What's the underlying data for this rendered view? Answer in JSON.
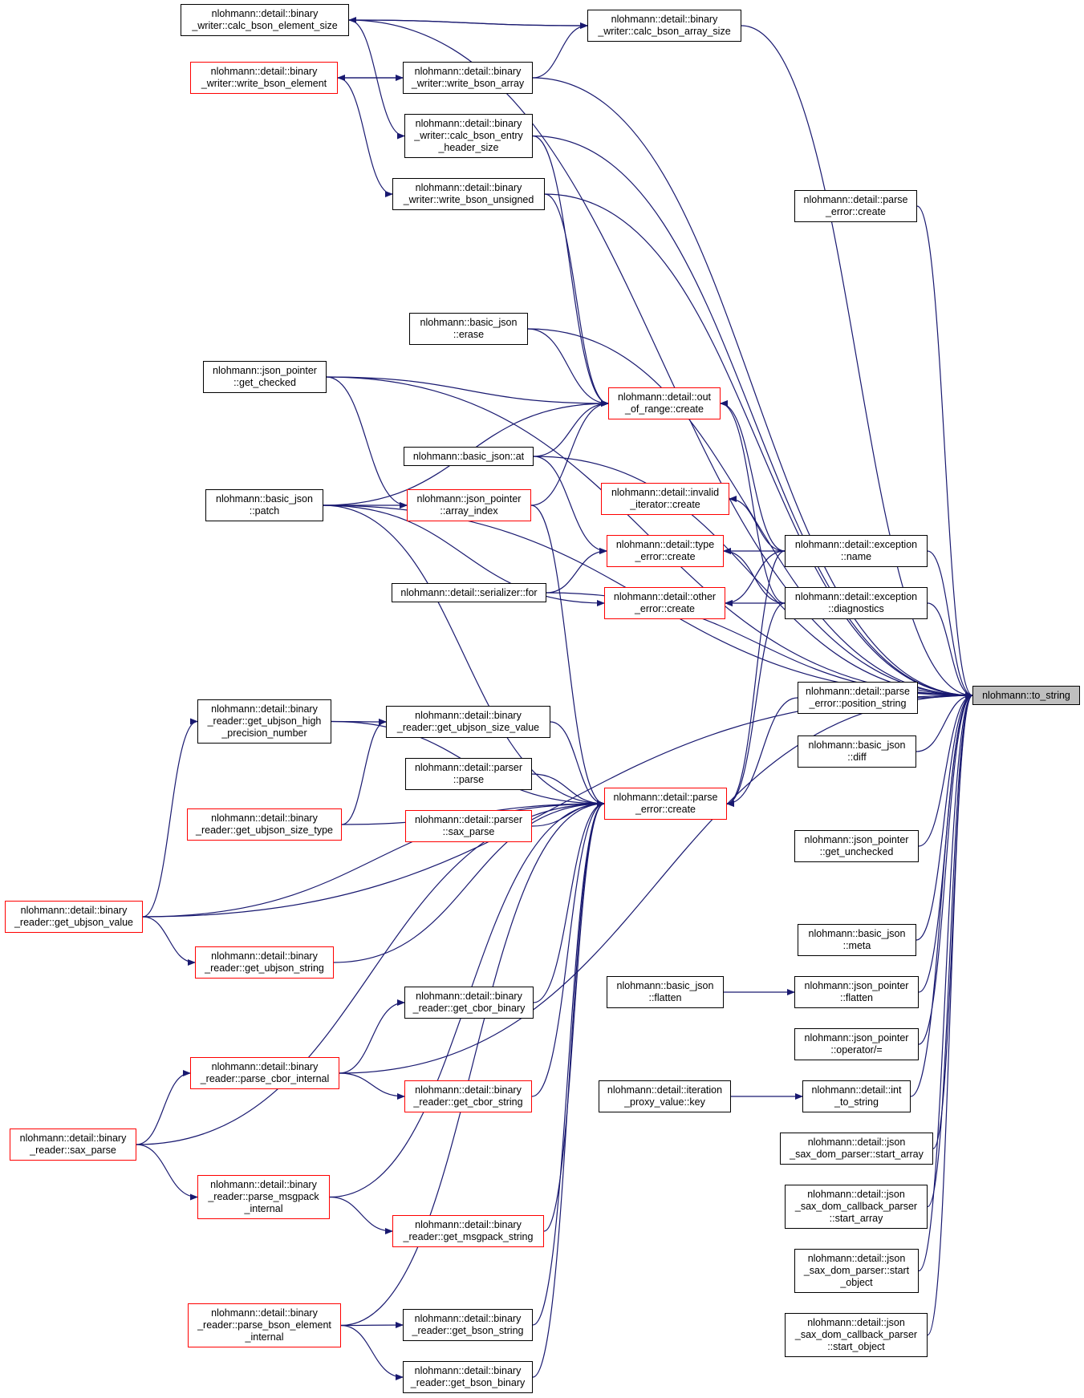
{
  "colors": {
    "edge": "#191970",
    "box_border": "#000000",
    "box_border_incomplete": "#ff0000",
    "focus_fill": "#bfbfbf",
    "background": "#ffffff"
  },
  "nodes": [
    {
      "id": "to_string",
      "label": "nlohmann::to_string",
      "kind": "focus"
    },
    {
      "id": "calc_bson_element_size",
      "label": "nlohmann::detail::binary\n_writer::calc_bson_element_size",
      "kind": "normal"
    },
    {
      "id": "calc_bson_array_size",
      "label": "nlohmann::detail::binary\n_writer::calc_bson_array_size",
      "kind": "normal"
    },
    {
      "id": "write_bson_element",
      "label": "nlohmann::detail::binary\n_writer::write_bson_element",
      "kind": "red"
    },
    {
      "id": "write_bson_array",
      "label": "nlohmann::detail::binary\n_writer::write_bson_array",
      "kind": "normal"
    },
    {
      "id": "calc_bson_entry_header_size",
      "label": "nlohmann::detail::binary\n_writer::calc_bson_entry\n_header_size",
      "kind": "normal"
    },
    {
      "id": "write_bson_unsigned",
      "label": "nlohmann::detail::binary\n_writer::write_bson_unsigned",
      "kind": "normal"
    },
    {
      "id": "parse_error_create_top",
      "label": "nlohmann::detail::parse\n_error::create",
      "kind": "normal"
    },
    {
      "id": "basic_json_erase",
      "label": "nlohmann::basic_json\n::erase",
      "kind": "normal"
    },
    {
      "id": "json_pointer_get_checked",
      "label": "nlohmann::json_pointer\n::get_checked",
      "kind": "normal"
    },
    {
      "id": "out_of_range_create",
      "label": "nlohmann::detail::out\n_of_range::create",
      "kind": "red"
    },
    {
      "id": "basic_json_at",
      "label": "nlohmann::basic_json::at",
      "kind": "normal"
    },
    {
      "id": "invalid_iterator_create",
      "label": "nlohmann::detail::invalid\n_iterator::create",
      "kind": "red"
    },
    {
      "id": "basic_json_patch",
      "label": "nlohmann::basic_json\n::patch",
      "kind": "normal"
    },
    {
      "id": "json_pointer_array_index",
      "label": "nlohmann::json_pointer\n::array_index",
      "kind": "red"
    },
    {
      "id": "type_error_create",
      "label": "nlohmann::detail::type\n_error::create",
      "kind": "red"
    },
    {
      "id": "exception_name",
      "label": "nlohmann::detail::exception\n::name",
      "kind": "normal"
    },
    {
      "id": "serializer_for",
      "label": "nlohmann::detail::serializer::for",
      "kind": "normal"
    },
    {
      "id": "other_error_create",
      "label": "nlohmann::detail::other\n_error::create",
      "kind": "red"
    },
    {
      "id": "exception_diagnostics",
      "label": "nlohmann::detail::exception\n::diagnostics",
      "kind": "normal"
    },
    {
      "id": "get_ubjson_high_precision_number",
      "label": "nlohmann::detail::binary\n_reader::get_ubjson_high\n_precision_number",
      "kind": "normal"
    },
    {
      "id": "get_ubjson_size_value",
      "label": "nlohmann::detail::binary\n_reader::get_ubjson_size_value",
      "kind": "normal"
    },
    {
      "id": "parse_error_position_string",
      "label": "nlohmann::detail::parse\n_error::position_string",
      "kind": "normal"
    },
    {
      "id": "basic_json_diff",
      "label": "nlohmann::basic_json\n::diff",
      "kind": "normal"
    },
    {
      "id": "parser_parse",
      "label": "nlohmann::detail::parser\n::parse",
      "kind": "normal"
    },
    {
      "id": "parse_error_create",
      "label": "nlohmann::detail::parse\n_error::create",
      "kind": "red"
    },
    {
      "id": "get_ubjson_size_type",
      "label": "nlohmann::detail::binary\n_reader::get_ubjson_size_type",
      "kind": "red"
    },
    {
      "id": "parser_sax_parse",
      "label": "nlohmann::detail::parser\n::sax_parse",
      "kind": "red"
    },
    {
      "id": "json_pointer_get_unchecked",
      "label": "nlohmann::json_pointer\n::get_unchecked",
      "kind": "normal"
    },
    {
      "id": "get_ubjson_value",
      "label": "nlohmann::detail::binary\n_reader::get_ubjson_value",
      "kind": "red"
    },
    {
      "id": "basic_json_meta",
      "label": "nlohmann::basic_json\n::meta",
      "kind": "normal"
    },
    {
      "id": "get_ubjson_string",
      "label": "nlohmann::detail::binary\n_reader::get_ubjson_string",
      "kind": "red"
    },
    {
      "id": "basic_json_flatten",
      "label": "nlohmann::basic_json\n::flatten",
      "kind": "normal"
    },
    {
      "id": "json_pointer_flatten",
      "label": "nlohmann::json_pointer\n::flatten",
      "kind": "normal"
    },
    {
      "id": "get_cbor_binary",
      "label": "nlohmann::detail::binary\n_reader::get_cbor_binary",
      "kind": "normal"
    },
    {
      "id": "json_pointer_operator_div_eq",
      "label": "nlohmann::json_pointer\n::operator/=",
      "kind": "normal"
    },
    {
      "id": "parse_cbor_internal",
      "label": "nlohmann::detail::binary\n_reader::parse_cbor_internal",
      "kind": "red"
    },
    {
      "id": "get_cbor_string",
      "label": "nlohmann::detail::binary\n_reader::get_cbor_string",
      "kind": "red"
    },
    {
      "id": "iteration_proxy_value_key",
      "label": "nlohmann::detail::iteration\n_proxy_value::key",
      "kind": "normal"
    },
    {
      "id": "int_to_string",
      "label": "nlohmann::detail::int\n_to_string",
      "kind": "normal"
    },
    {
      "id": "binary_reader_sax_parse",
      "label": "nlohmann::detail::binary\n_reader::sax_parse",
      "kind": "red"
    },
    {
      "id": "json_sax_dom_parser_start_array",
      "label": "nlohmann::detail::json\n_sax_dom_parser::start_array",
      "kind": "normal"
    },
    {
      "id": "parse_msgpack_internal",
      "label": "nlohmann::detail::binary\n_reader::parse_msgpack\n_internal",
      "kind": "red"
    },
    {
      "id": "json_sax_dom_callback_parser_start_array",
      "label": "nlohmann::detail::json\n_sax_dom_callback_parser\n::start_array",
      "kind": "normal"
    },
    {
      "id": "get_msgpack_string",
      "label": "nlohmann::detail::binary\n_reader::get_msgpack_string",
      "kind": "red"
    },
    {
      "id": "json_sax_dom_parser_start_object",
      "label": "nlohmann::detail::json\n_sax_dom_parser::start\n_object",
      "kind": "normal"
    },
    {
      "id": "parse_bson_element_internal",
      "label": "nlohmann::detail::binary\n_reader::parse_bson_element\n_internal",
      "kind": "red"
    },
    {
      "id": "get_bson_string",
      "label": "nlohmann::detail::binary\n_reader::get_bson_string",
      "kind": "normal"
    },
    {
      "id": "json_sax_dom_callback_parser_start_object",
      "label": "nlohmann::detail::json\n_sax_dom_callback_parser\n::start_object",
      "kind": "normal"
    },
    {
      "id": "get_bson_binary",
      "label": "nlohmann::detail::binary\n_reader::get_bson_binary",
      "kind": "normal"
    }
  ],
  "edges": [
    [
      "calc_bson_element_size",
      "to_string"
    ],
    [
      "calc_bson_array_size",
      "to_string"
    ],
    [
      "write_bson_array",
      "to_string"
    ],
    [
      "calc_bson_entry_header_size",
      "to_string"
    ],
    [
      "write_bson_unsigned",
      "to_string"
    ],
    [
      "parse_error_create_top",
      "to_string"
    ],
    [
      "json_pointer_get_checked",
      "to_string"
    ],
    [
      "basic_json_patch",
      "to_string"
    ],
    [
      "basic_json_erase",
      "to_string"
    ],
    [
      "basic_json_at",
      "to_string"
    ],
    [
      "exception_name",
      "to_string"
    ],
    [
      "exception_diagnostics",
      "to_string"
    ],
    [
      "serializer_for",
      "to_string"
    ],
    [
      "parse_error_position_string",
      "to_string"
    ],
    [
      "basic_json_diff",
      "to_string"
    ],
    [
      "get_ubjson_value",
      "to_string"
    ],
    [
      "json_pointer_get_unchecked",
      "to_string"
    ],
    [
      "parse_cbor_internal",
      "to_string"
    ],
    [
      "basic_json_meta",
      "to_string"
    ],
    [
      "json_pointer_flatten",
      "to_string"
    ],
    [
      "json_pointer_operator_div_eq",
      "to_string"
    ],
    [
      "int_to_string",
      "to_string"
    ],
    [
      "json_sax_dom_parser_start_array",
      "to_string"
    ],
    [
      "json_sax_dom_callback_parser_start_array",
      "to_string"
    ],
    [
      "json_sax_dom_parser_start_object",
      "to_string"
    ],
    [
      "json_sax_dom_callback_parser_start_object",
      "to_string"
    ],
    [
      "calc_bson_array_size",
      "calc_bson_element_size"
    ],
    [
      "calc_bson_element_size",
      "calc_bson_array_size"
    ],
    [
      "write_bson_array",
      "calc_bson_array_size"
    ],
    [
      "write_bson_array",
      "write_bson_element"
    ],
    [
      "write_bson_element",
      "write_bson_array"
    ],
    [
      "calc_bson_element_size",
      "calc_bson_entry_header_size"
    ],
    [
      "write_bson_element",
      "write_bson_unsigned"
    ],
    [
      "basic_json_erase",
      "out_of_range_create"
    ],
    [
      "json_pointer_get_checked",
      "out_of_range_create"
    ],
    [
      "basic_json_patch",
      "out_of_range_create"
    ],
    [
      "basic_json_at",
      "out_of_range_create"
    ],
    [
      "json_pointer_array_index",
      "out_of_range_create"
    ],
    [
      "write_bson_unsigned",
      "out_of_range_create"
    ],
    [
      "calc_bson_entry_header_size",
      "out_of_range_create"
    ],
    [
      "json_pointer_get_checked",
      "json_pointer_array_index"
    ],
    [
      "basic_json_patch",
      "json_pointer_array_index"
    ],
    [
      "basic_json_at",
      "type_error_create"
    ],
    [
      "basic_json_patch",
      "other_error_create"
    ],
    [
      "serializer_for",
      "type_error_create"
    ],
    [
      "exception_name",
      "out_of_range_create"
    ],
    [
      "exception_name",
      "type_error_create"
    ],
    [
      "exception_name",
      "invalid_iterator_create"
    ],
    [
      "exception_name",
      "other_error_create"
    ],
    [
      "exception_name",
      "parse_error_create"
    ],
    [
      "exception_diagnostics",
      "out_of_range_create"
    ],
    [
      "exception_diagnostics",
      "type_error_create"
    ],
    [
      "exception_diagnostics",
      "other_error_create"
    ],
    [
      "exception_diagnostics",
      "parse_error_create"
    ],
    [
      "parse_error_position_string",
      "parse_error_create"
    ],
    [
      "get_ubjson_high_precision_number",
      "get_ubjson_size_value"
    ],
    [
      "get_ubjson_high_precision_number",
      "parse_error_create"
    ],
    [
      "get_ubjson_size_value",
      "parse_error_create"
    ],
    [
      "get_ubjson_size_type",
      "get_ubjson_size_value"
    ],
    [
      "parser_parse",
      "parse_error_create"
    ],
    [
      "parser_sax_parse",
      "parse_error_create"
    ],
    [
      "get_ubjson_size_type",
      "parse_error_create"
    ],
    [
      "json_pointer_array_index",
      "parse_error_create"
    ],
    [
      "basic_json_patch",
      "parse_error_create"
    ],
    [
      "get_ubjson_value",
      "get_ubjson_high_precision_number"
    ],
    [
      "get_ubjson_value",
      "get_ubjson_string"
    ],
    [
      "get_ubjson_value",
      "parse_error_create"
    ],
    [
      "get_ubjson_string",
      "parse_error_create"
    ],
    [
      "get_cbor_binary",
      "parse_error_create"
    ],
    [
      "get_cbor_string",
      "parse_error_create"
    ],
    [
      "parse_cbor_internal",
      "get_cbor_binary"
    ],
    [
      "parse_cbor_internal",
      "get_cbor_string"
    ],
    [
      "binary_reader_sax_parse",
      "parse_cbor_internal"
    ],
    [
      "binary_reader_sax_parse",
      "parse_msgpack_internal"
    ],
    [
      "binary_reader_sax_parse",
      "parse_error_create"
    ],
    [
      "parse_msgpack_internal",
      "get_msgpack_string"
    ],
    [
      "parse_msgpack_internal",
      "parse_error_create"
    ],
    [
      "get_msgpack_string",
      "parse_error_create"
    ],
    [
      "parse_bson_element_internal",
      "get_bson_string"
    ],
    [
      "parse_bson_element_internal",
      "get_bson_binary"
    ],
    [
      "parse_bson_element_internal",
      "parse_error_create"
    ],
    [
      "get_bson_string",
      "parse_error_create"
    ],
    [
      "get_bson_binary",
      "parse_error_create"
    ],
    [
      "basic_json_flatten",
      "json_pointer_flatten"
    ],
    [
      "iteration_proxy_value_key",
      "int_to_string"
    ]
  ]
}
